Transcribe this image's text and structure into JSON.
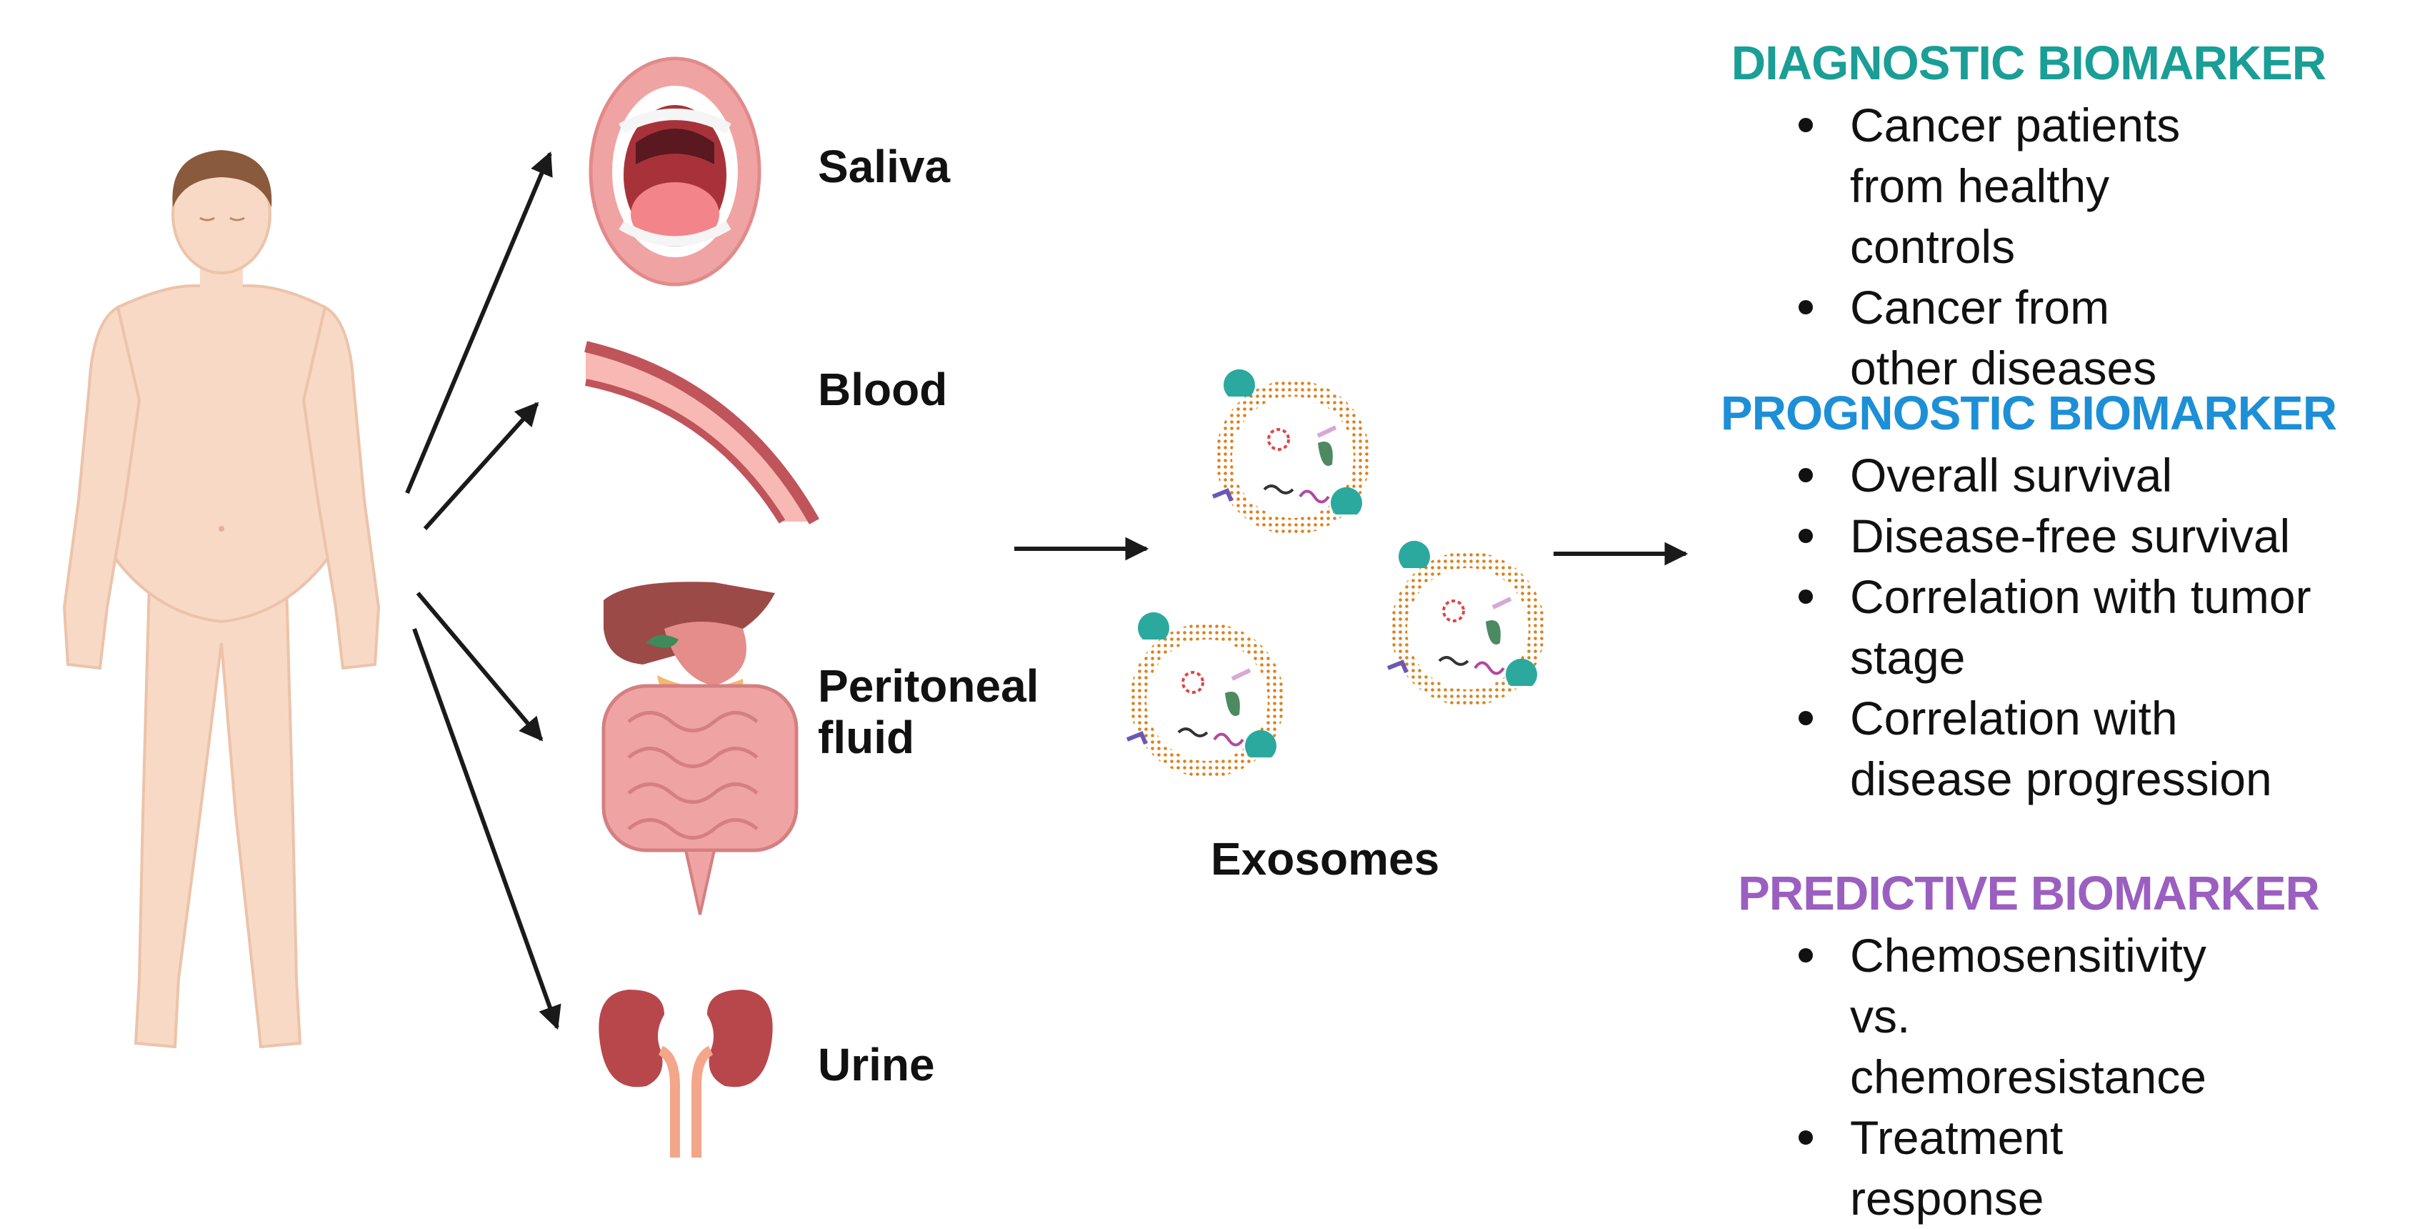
{
  "sources": [
    {
      "label": "Saliva"
    },
    {
      "label": "Blood"
    },
    {
      "label": "Peritoneal fluid"
    },
    {
      "label": "Urine"
    }
  ],
  "exosomes_label": "Exosomes",
  "biomarkers": [
    {
      "title": "DIAGNOSTIC BIOMARKER",
      "color": "#1a9e96",
      "items": [
        "Cancer patients from healthy controls",
        "Cancer from other diseases"
      ]
    },
    {
      "title": "PROGNOSTIC BIOMARKER",
      "color": "#1d8fd6",
      "items": [
        "Overall survival",
        "Disease-free survival",
        "Correlation with tumor stage",
        "Correlation with disease progression"
      ]
    },
    {
      "title": "PREDICTIVE BIOMARKER",
      "color": "#9b5fc0",
      "items": [
        "Chemosensitivity vs. chemoresistance",
        "Treatment response"
      ]
    }
  ],
  "colors": {
    "skin": "#f7d9c6",
    "hair": "#8a5a3c",
    "arrow": "#1a1a1a",
    "membrane": "#e8962a",
    "organ_red": "#c0545b",
    "organ_pink": "#f0a3a3"
  }
}
